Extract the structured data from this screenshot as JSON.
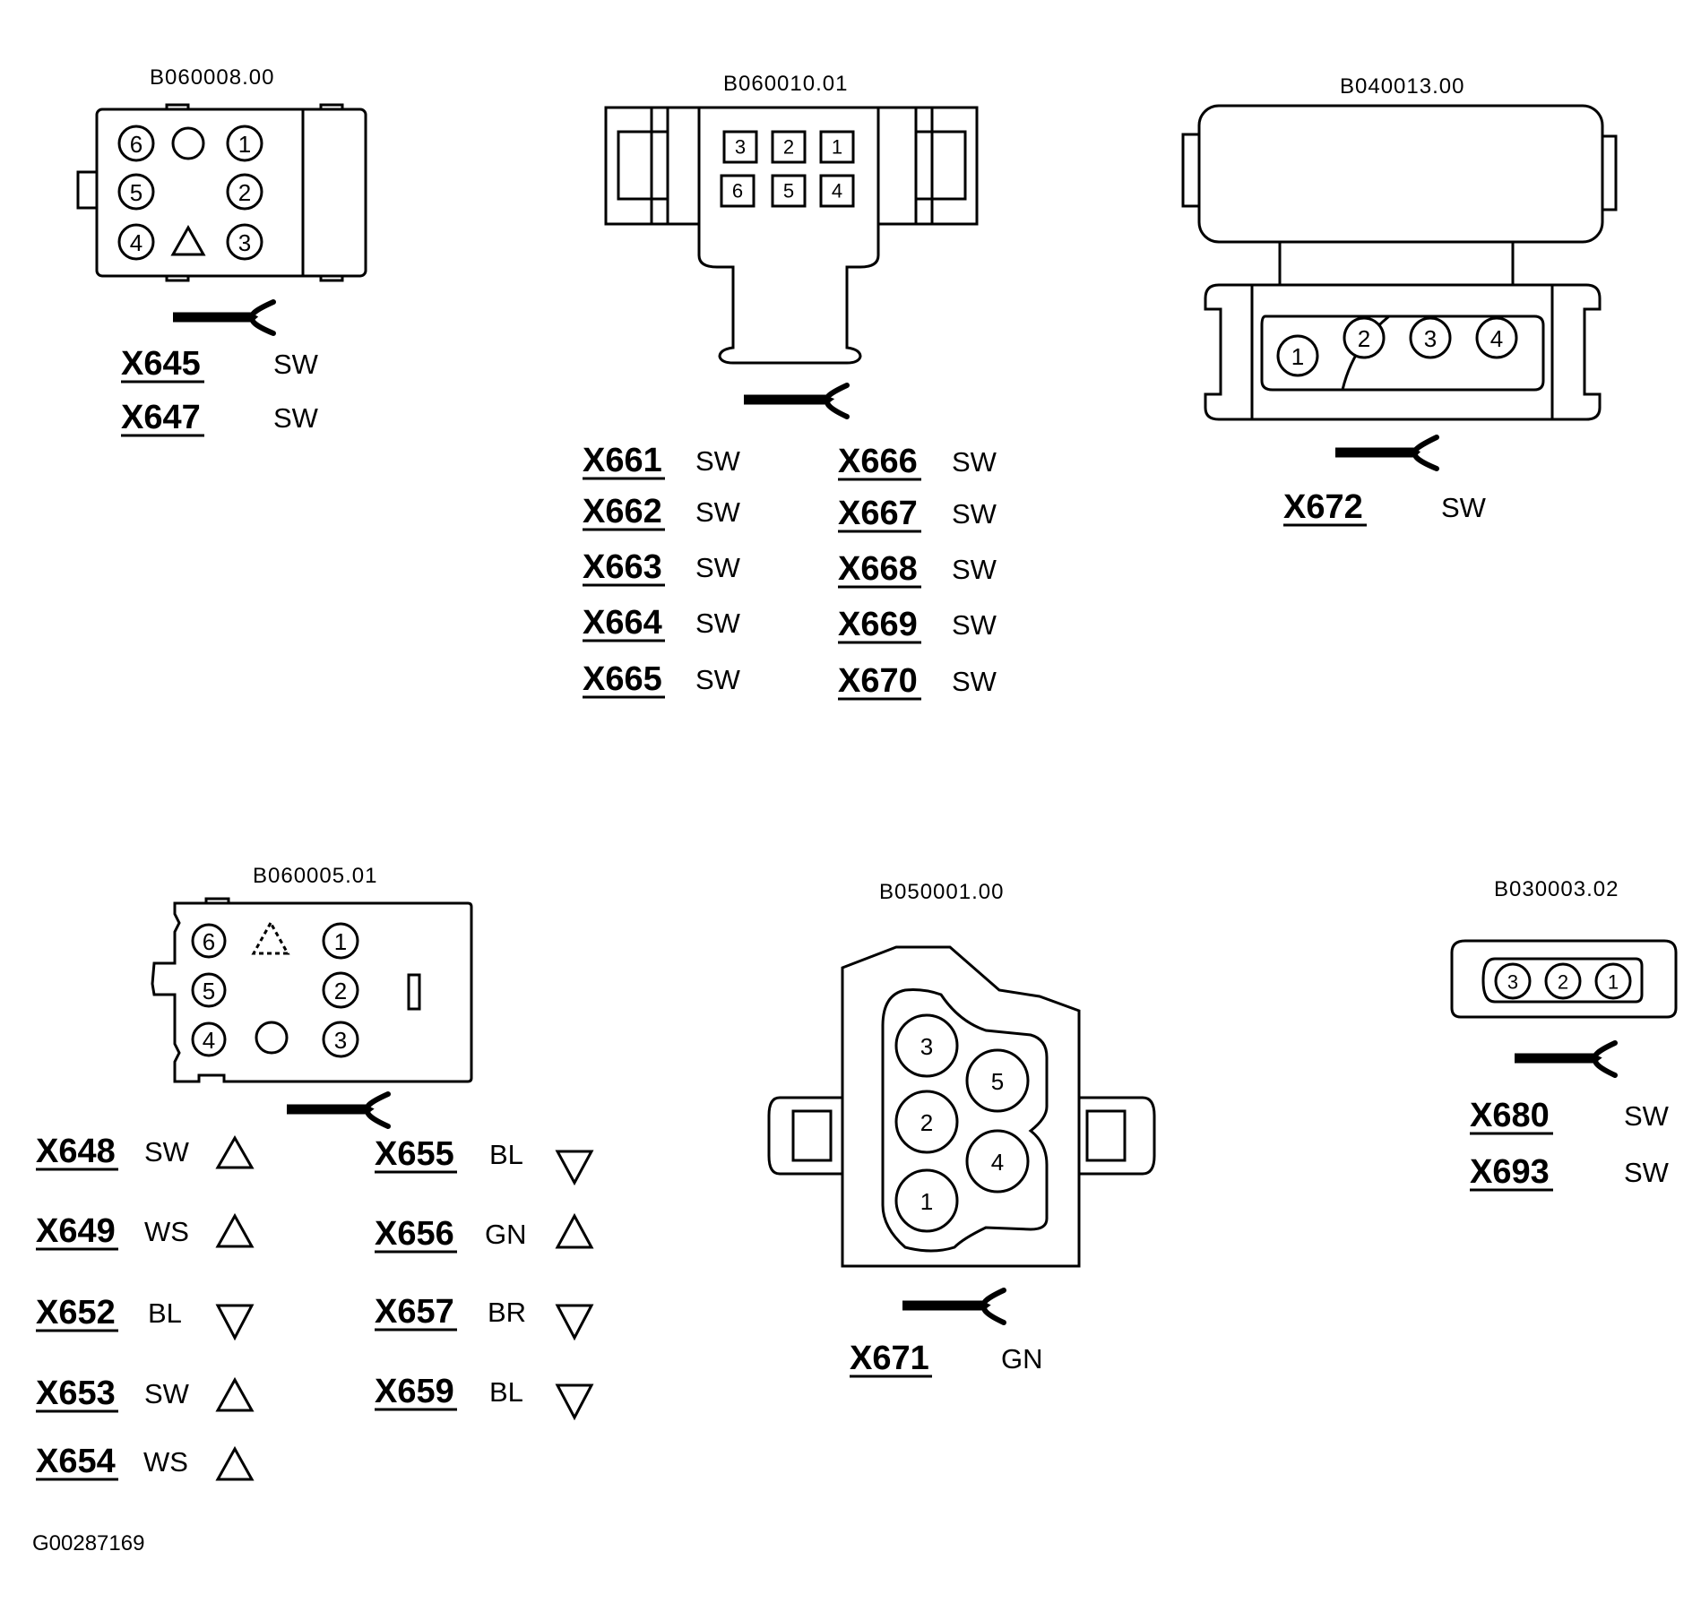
{
  "figure_ref": "G00287169",
  "connectors": [
    {
      "part_number": "B060008.00",
      "pins": [
        "6",
        "1",
        "5",
        "2",
        "4",
        "3"
      ],
      "wires": [
        {
          "code": "X645",
          "color": "SW"
        },
        {
          "code": "X647",
          "color": "SW"
        }
      ]
    },
    {
      "part_number": "B060010.01",
      "pins": [
        "3",
        "2",
        "1",
        "6",
        "5",
        "4"
      ],
      "wires": [
        {
          "code": "X661",
          "color": "SW"
        },
        {
          "code": "X662",
          "color": "SW"
        },
        {
          "code": "X663",
          "color": "SW"
        },
        {
          "code": "X664",
          "color": "SW"
        },
        {
          "code": "X665",
          "color": "SW"
        },
        {
          "code": "X666",
          "color": "SW"
        },
        {
          "code": "X667",
          "color": "SW"
        },
        {
          "code": "X668",
          "color": "SW"
        },
        {
          "code": "X669",
          "color": "SW"
        },
        {
          "code": "X670",
          "color": "SW"
        }
      ]
    },
    {
      "part_number": "B040013.00",
      "pins": [
        "1",
        "2",
        "3",
        "4"
      ],
      "wires": [
        {
          "code": "X672",
          "color": "SW"
        }
      ]
    },
    {
      "part_number": "B060005.01",
      "pins": [
        "6",
        "1",
        "5",
        "2",
        "4",
        "3"
      ],
      "wires": [
        {
          "code": "X648",
          "color": "SW",
          "marker": "up-triangle"
        },
        {
          "code": "X649",
          "color": "WS",
          "marker": "up-triangle"
        },
        {
          "code": "X652",
          "color": "BL",
          "marker": "down-triangle"
        },
        {
          "code": "X653",
          "color": "SW",
          "marker": "up-triangle"
        },
        {
          "code": "X654",
          "color": "WS",
          "marker": "up-triangle"
        },
        {
          "code": "X655",
          "color": "BL",
          "marker": "down-triangle"
        },
        {
          "code": "X656",
          "color": "GN",
          "marker": "up-triangle"
        },
        {
          "code": "X657",
          "color": "BR",
          "marker": "down-triangle"
        },
        {
          "code": "X659",
          "color": "BL",
          "marker": "down-triangle"
        }
      ]
    },
    {
      "part_number": "B050001.00",
      "pins": [
        "3",
        "5",
        "2",
        "4",
        "1"
      ],
      "wires": [
        {
          "code": "X671",
          "color": "GN"
        }
      ]
    },
    {
      "part_number": "B030003.02",
      "pins": [
        "3",
        "2",
        "1"
      ],
      "wires": [
        {
          "code": "X680",
          "color": "SW"
        },
        {
          "code": "X693",
          "color": "SW"
        }
      ]
    }
  ]
}
